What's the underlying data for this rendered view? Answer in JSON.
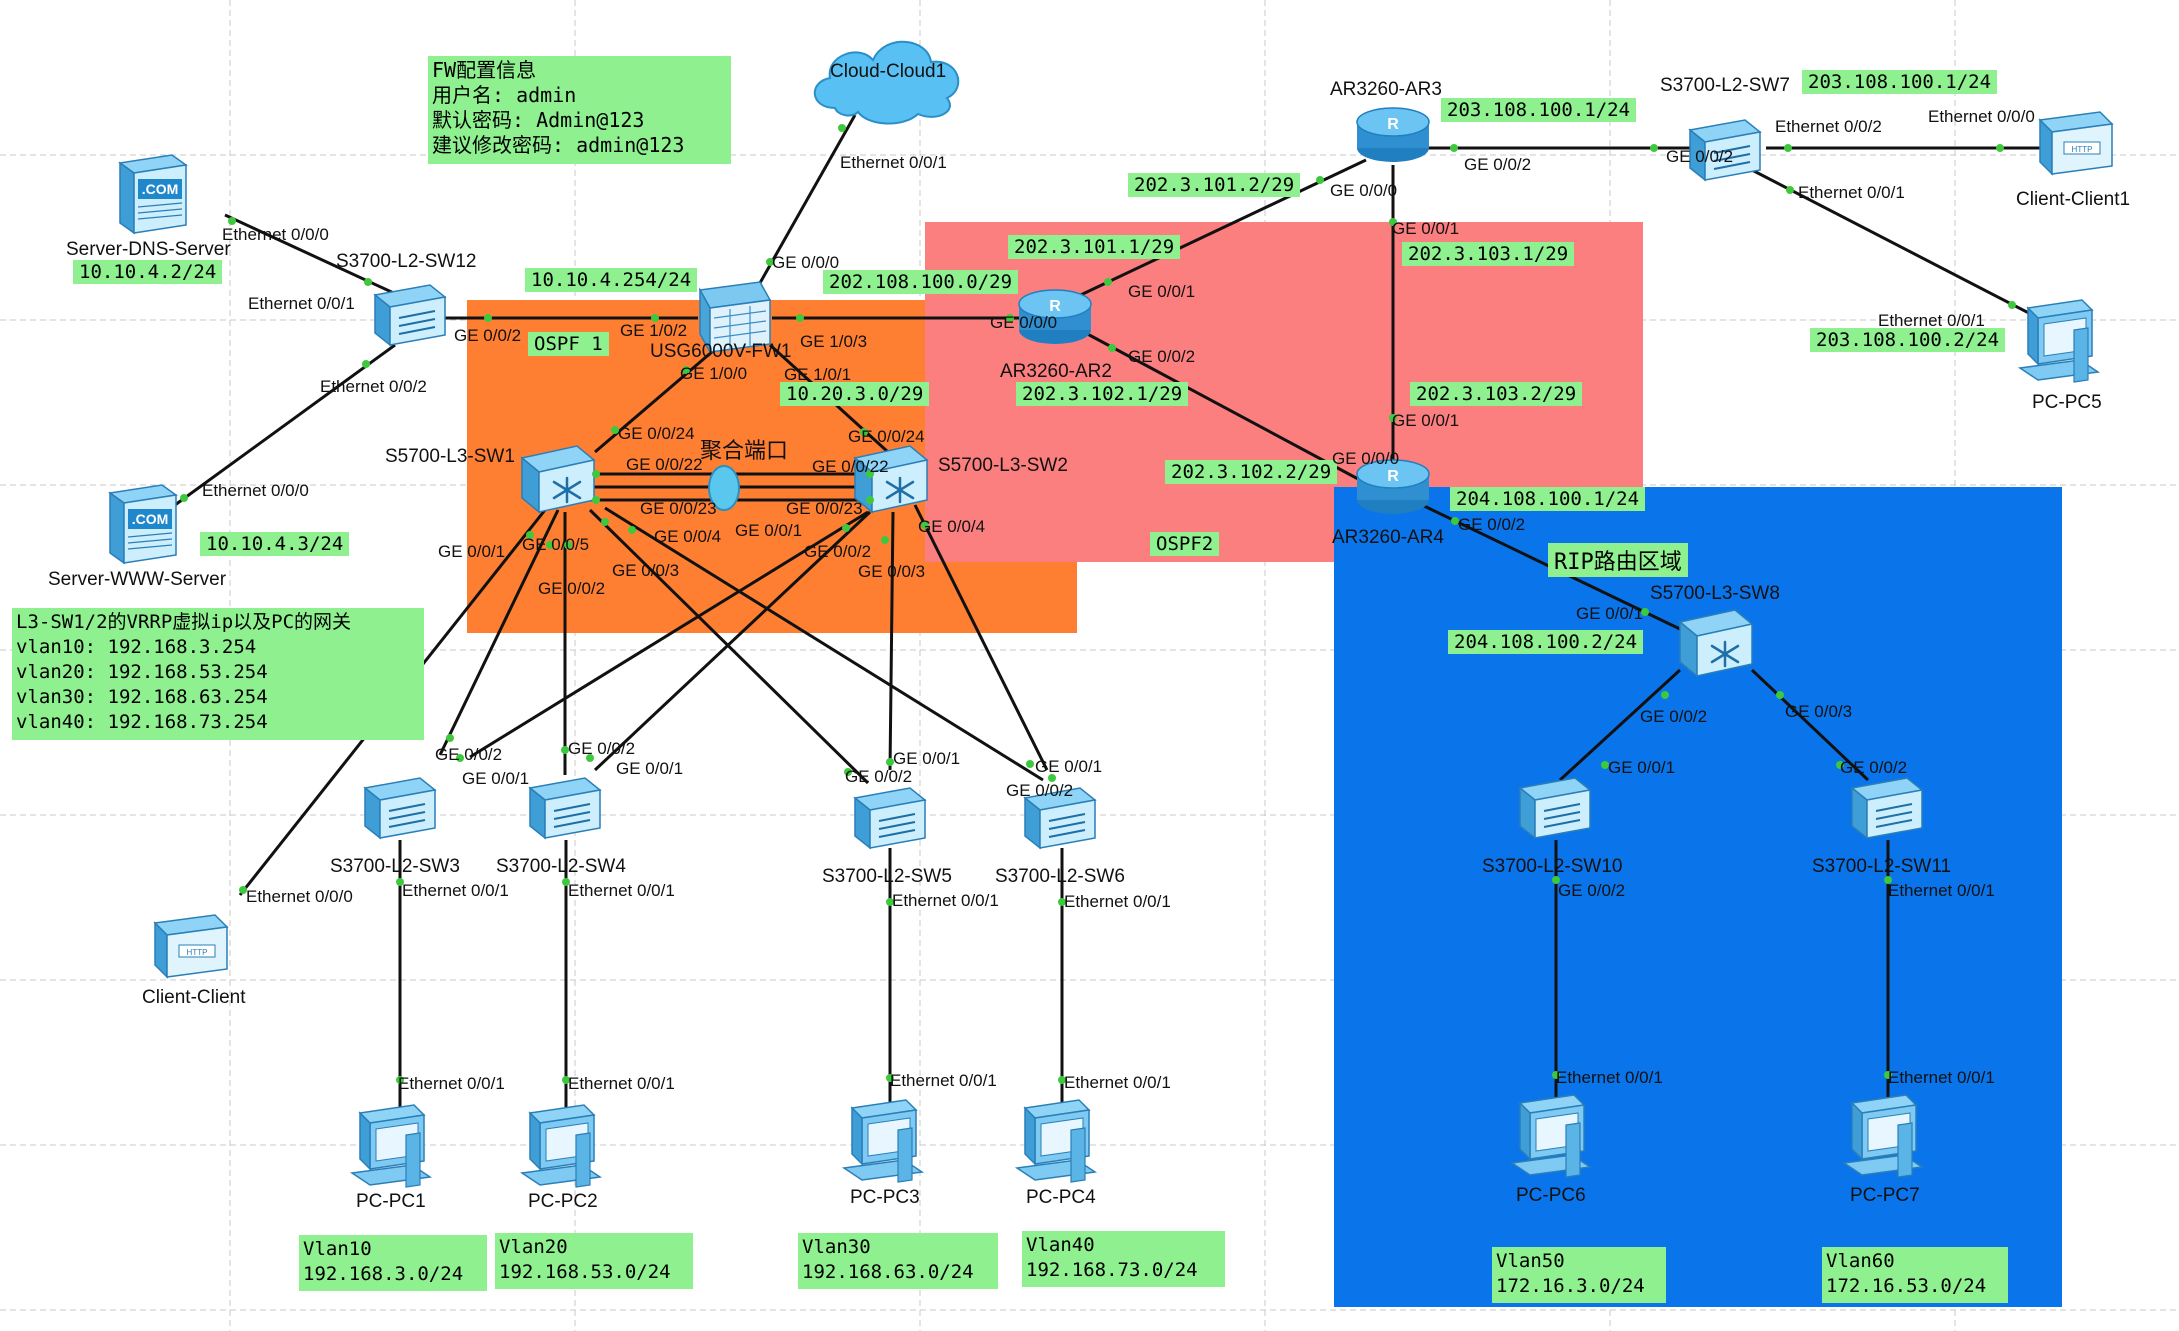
{
  "colors": {
    "background": "#ffffff",
    "grid": "#c8c8c8",
    "ospf1_area": "#ff7f32",
    "ospf2_area": "#fb7f7f",
    "rip_area": "#0a74ea",
    "note_bg": "#8ef08e",
    "link": "#111111",
    "port_dot": "#3ec83e",
    "device_blue": "#39a9e6"
  },
  "areas": {
    "ospf1": "OSPF 1",
    "ospf2": "OSPF2",
    "rip": "RIP路由区域",
    "aggregate": "聚合端口"
  },
  "notes": {
    "fw_config": [
      "FW配置信息",
      "用户名: admin",
      "默认密码: Admin@123",
      "建议修改密码: admin@123"
    ],
    "vrrp": [
      "L3-SW1/2的VRRP虚拟ip以及PC的网关",
      "vlan10: 192.168.3.254",
      "vlan20: 192.168.53.254",
      "vlan30: 192.168.63.254",
      "vlan40: 192.168.73.254"
    ]
  },
  "devices": {
    "cloud": "Cloud-Cloud1",
    "fw": "USG6000V-FW1",
    "ar2": "AR3260-AR2",
    "ar3": "AR3260-AR3",
    "ar4": "AR3260-AR4",
    "sw12": "S3700-L2-SW12",
    "sw1": "S5700-L3-SW1",
    "sw2": "S5700-L3-SW2",
    "sw3": "S3700-L2-SW3",
    "sw4": "S3700-L2-SW4",
    "sw5": "S3700-L2-SW5",
    "sw6": "S3700-L2-SW6",
    "sw7": "S3700-L2-SW7",
    "sw8": "S5700-L3-SW8",
    "sw10": "S3700-L2-SW10",
    "sw11": "S3700-L2-SW11",
    "dns": "Server-DNS-Server",
    "www": "Server-WWW-Server",
    "client": "Client-Client",
    "client1": "Client-Client1",
    "pc1": "PC-PC1",
    "pc2": "PC-PC2",
    "pc3": "PC-PC3",
    "pc4": "PC-PC4",
    "pc5": "PC-PC5",
    "pc6": "PC-PC6",
    "pc7": "PC-PC7"
  },
  "ips": {
    "dns": "10.10.4.2/24",
    "www": "10.10.4.3/24",
    "fw_in": "10.10.4.254/24",
    "fw_ar2": "202.108.100.0/29",
    "fw_sw": "10.20.3.0/29",
    "ar3_ar2_a": "202.3.101.2/29",
    "ar3_ar2_b": "202.3.101.1/29",
    "ar2_ar4_a": "202.3.102.1/29",
    "ar2_ar4_b": "202.3.102.2/29",
    "ar3_ar4_a": "202.3.103.1/29",
    "ar3_ar4_b": "202.3.103.2/29",
    "ar3_sw7": "203.108.100.1/24",
    "sw7": "203.108.100.1/24",
    "pc5": "203.108.100.2/24",
    "ar4_sw8_a": "204.108.100.1/24",
    "ar4_sw8_b": "204.108.100.2/24"
  },
  "vlans": [
    {
      "name": "Vlan10",
      "net": "192.168.3.0/24"
    },
    {
      "name": "Vlan20",
      "net": "192.168.53.0/24"
    },
    {
      "name": "Vlan30",
      "net": "192.168.63.0/24"
    },
    {
      "name": "Vlan40",
      "net": "192.168.73.0/24"
    },
    {
      "name": "Vlan50",
      "net": "172.16.3.0/24"
    },
    {
      "name": "Vlan60",
      "net": "172.16.53.0/24"
    }
  ],
  "ports": {
    "dns_e000": "Ethernet 0/0/0",
    "sw12_e001": "Ethernet 0/0/1",
    "sw12_e002": "Ethernet 0/0/2",
    "sw12_ge002": "GE 0/0/2",
    "www_e000": "Ethernet 0/0/0",
    "cloud_e001": "Ethernet 0/0/1",
    "fw_ge000": "GE 0/0/0",
    "fw_ge102": "GE 1/0/2",
    "fw_ge103": "GE 1/0/3",
    "fw_ge100": "GE 1/0/0",
    "fw_ge101": "GE 1/0/1",
    "ar2_ge000": "GE 0/0/0",
    "ar2_ge001": "GE 0/0/1",
    "ar2_ge002": "GE 0/0/2",
    "ar3_ge000": "GE 0/0/0",
    "ar3_ge002": "GE 0/0/2",
    "ar3_ge001": "GE 0/0/1",
    "ar4_ge001": "GE 0/0/1",
    "ar4_ge000": "GE 0/0/0",
    "ar4_ge002": "GE 0/0/2",
    "sw7_ge002": "GE 0/0/2",
    "sw7_e002": "Ethernet 0/0/2",
    "sw7_e001": "Ethernet 0/0/1",
    "client1_e000": "Ethernet 0/0/0",
    "pc5_e001": "Ethernet 0/0/1",
    "sw1_ge024": "GE 0/0/24",
    "sw1_ge022": "GE 0/0/22",
    "sw1_ge023": "GE 0/0/23",
    "sw1_ge004": "GE 0/0/4",
    "sw1_ge001": "GE 0/0/1",
    "sw1_ge005": "GE 0/0/5",
    "sw1_ge003": "GE 0/0/3",
    "sw1_ge002": "GE 0/0/2",
    "sw2_ge024": "GE 0/0/24",
    "sw2_ge022": "GE 0/0/22",
    "sw2_ge023": "GE 0/0/23",
    "sw2_ge001": "GE 0/0/1",
    "sw2_ge004": "GE 0/0/4",
    "sw2_ge002": "GE 0/0/2",
    "sw2_ge003": "GE 0/0/3",
    "sw3_ge002": "GE 0/0/2",
    "sw3_ge001": "GE 0/0/1",
    "sw3_e001": "Ethernet 0/0/1",
    "sw4_ge002": "GE 0/0/2",
    "sw4_ge001": "GE 0/0/1",
    "sw4_e001": "Ethernet 0/0/1",
    "sw5_ge001": "GE 0/0/1",
    "sw5_ge002": "GE 0/0/2",
    "sw5_e001": "Ethernet 0/0/1",
    "sw6_ge001": "GE 0/0/1",
    "sw6_ge002": "GE 0/0/2",
    "sw6_e001": "Ethernet 0/0/1",
    "client_e000": "Ethernet 0/0/0",
    "pc1_e001": "Ethernet 0/0/1",
    "pc2_e001": "Ethernet 0/0/1",
    "pc3_e001": "Ethernet 0/0/1",
    "pc4_e001": "Ethernet 0/0/1",
    "sw8_ge001": "GE 0/0/1",
    "sw8_ge002": "GE 0/0/2",
    "sw8_ge003": "GE 0/0/3",
    "sw10_ge001": "GE 0/0/1",
    "sw10_ge002": "GE 0/0/2",
    "sw11_ge002": "GE 0/0/2",
    "sw11_e001": "Ethernet 0/0/1",
    "pc6_e001": "Ethernet 0/0/1",
    "pc7_e001": "Ethernet 0/0/1"
  }
}
